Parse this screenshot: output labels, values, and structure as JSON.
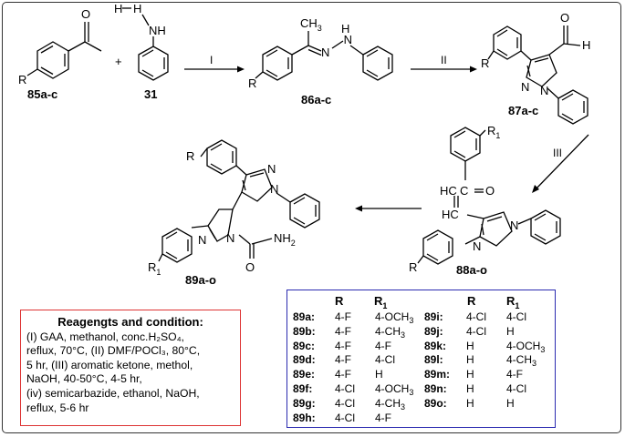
{
  "compounds": {
    "c85": "85a-c",
    "c31": "31",
    "c86": "86a-c",
    "c87": "87a-c",
    "c88": "88a-o",
    "c89": "89a-o"
  },
  "steps": {
    "s1": "I",
    "s2": "II",
    "s3": "III"
  },
  "plus": "+",
  "atoms": {
    "O": "O",
    "H": "H",
    "NH": "NH",
    "NH2": "NH2",
    "N": "N",
    "R": "R",
    "R1": "R",
    "R1_sub": "1",
    "CH3": "CH3",
    "HC": "HC",
    "C": "C",
    "eq": "="
  },
  "conditions": {
    "title": "Reagengts and condition:",
    "lines": [
      "(I) GAA, methanol, conc.H₂SO₄,",
      "reflux, 70°C, (II) DMF/POCl₃, 80°C,",
      "5 hr, (III) aromatic ketone, methol,",
      "NaOH, 40-50°C, 4-5 hr,",
      "(iv) semicarbazide, ethanol, NaOH,",
      "reflux, 5-6 hr"
    ]
  },
  "substituents": {
    "header_r": "R",
    "header_r1": "R1",
    "left": [
      {
        "id": "89a:",
        "r": "4-F",
        "r1": "4-OCH3"
      },
      {
        "id": "89b:",
        "r": "4-F",
        "r1": "4-CH3"
      },
      {
        "id": "89c:",
        "r": "4-F",
        "r1": "4-F"
      },
      {
        "id": "89d:",
        "r": "4-F",
        "r1": "4-Cl"
      },
      {
        "id": "89e:",
        "r": "4-F",
        "r1": "H"
      },
      {
        "id": "89f:",
        "r": "4-Cl",
        "r1": "4-OCH3"
      },
      {
        "id": "89g:",
        "r": "4-Cl",
        "r1": "4-CH3"
      },
      {
        "id": "89h:",
        "r": "4-Cl",
        "r1": "4-F"
      }
    ],
    "right": [
      {
        "id": "89i:",
        "r": "4-Cl",
        "r1": "4-Cl"
      },
      {
        "id": "89j:",
        "r": "4-Cl",
        "r1": "H"
      },
      {
        "id": "89k:",
        "r": "H",
        "r1": "4-OCH3"
      },
      {
        "id": "89l:",
        "r": "H",
        "r1": "4-CH3"
      },
      {
        "id": "89m:",
        "r": "H",
        "r1": "4-F"
      },
      {
        "id": "89n:",
        "r": "H",
        "r1": "4-Cl"
      },
      {
        "id": "89o:",
        "r": "H",
        "r1": "H"
      }
    ]
  }
}
